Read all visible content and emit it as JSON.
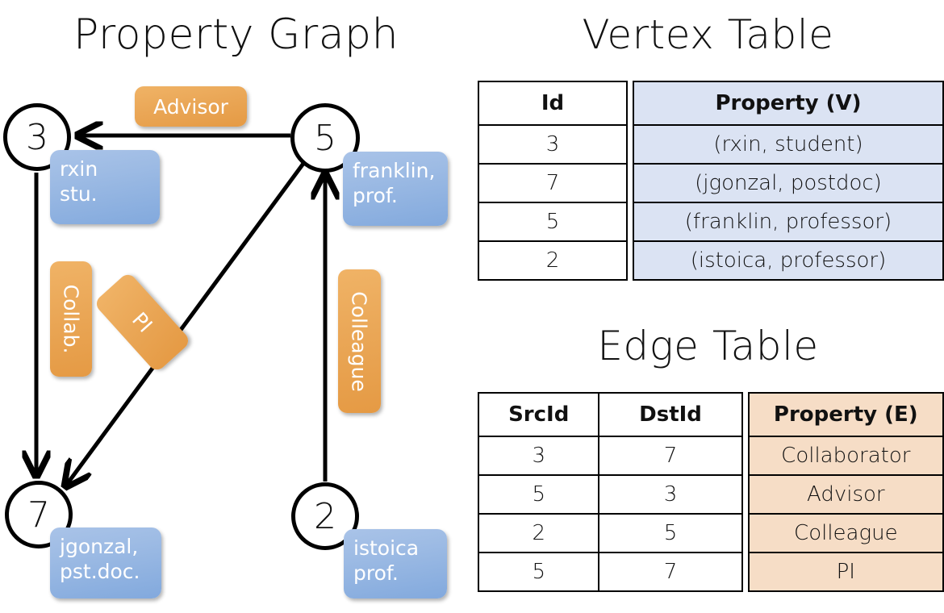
{
  "titles": {
    "property_graph": "Property Graph",
    "vertex_table": "Vertex Table",
    "edge_table": "Edge Table"
  },
  "graph": {
    "vertices": [
      {
        "id": "3",
        "property_line1": "rxin",
        "property_line2": "stu."
      },
      {
        "id": "5",
        "property_line1": "franklin,",
        "property_line2": "prof."
      },
      {
        "id": "7",
        "property_line1": "jgonzal,",
        "property_line2": "pst.doc."
      },
      {
        "id": "2",
        "property_line1": "istoica",
        "property_line2": "prof."
      }
    ],
    "vertex_properties": {
      "rxin": "rxin\nstu.",
      "franklin": "franklin,\nprof.",
      "jgonzal": "jgonzal,\npst.doc.",
      "istoica": "istoica\nprof."
    },
    "edge_labels": {
      "advisor": "Advisor",
      "collab": "Collab.",
      "pi": "PI",
      "colleague": "Colleague"
    },
    "edges": [
      {
        "src": "5",
        "dst": "3",
        "label": "Advisor"
      },
      {
        "src": "3",
        "dst": "7",
        "label": "Collab."
      },
      {
        "src": "5",
        "dst": "7",
        "label": "PI"
      },
      {
        "src": "2",
        "dst": "5",
        "label": "Colleague"
      }
    ]
  },
  "vertex_table": {
    "headers": [
      "Id",
      "Property (V)"
    ],
    "rows": [
      {
        "id": "3",
        "property": "(rxin, student)"
      },
      {
        "id": "7",
        "property": "(jgonzal, postdoc)"
      },
      {
        "id": "5",
        "property": "(franklin, professor)"
      },
      {
        "id": "2",
        "property": "(istoica, professor)"
      }
    ]
  },
  "edge_table": {
    "headers": [
      "SrcId",
      "DstId",
      "Property (E)"
    ],
    "rows": [
      {
        "src": "3",
        "dst": "7",
        "property": "Collaborator"
      },
      {
        "src": "5",
        "dst": "3",
        "property": "Advisor"
      },
      {
        "src": "2",
        "dst": "5",
        "property": "Colleague"
      },
      {
        "src": "5",
        "dst": "7",
        "property": "PI"
      }
    ]
  },
  "colors": {
    "vertex_property_blue": "#9dbbe4",
    "edge_label_orange": "#eaa757",
    "vertex_table_blue": "#dbe3f3",
    "edge_table_orange": "#f6ddc6",
    "stroke": "#000000",
    "text": "#111111"
  }
}
